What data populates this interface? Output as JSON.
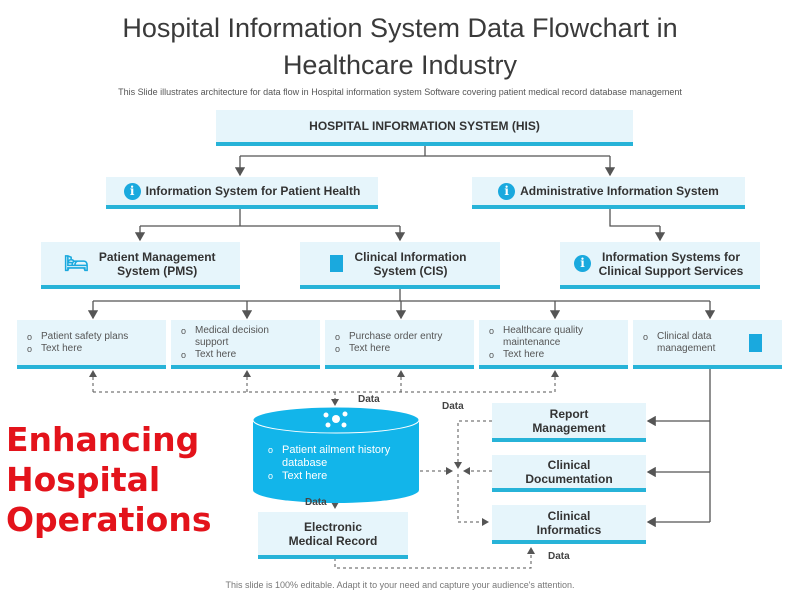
{
  "title": {
    "line1": "Hospital Information System Data Flowchart in",
    "line2": "Healthcare Industry"
  },
  "subtitle": "This Slide illustrates architecture for data flow in Hospital information system Software covering patient medical record  database management",
  "his": "HOSPITAL INFORMATION SYSTEM (HIS)",
  "level2": [
    "Information System for Patient Health",
    "Administrative Information System"
  ],
  "level3": [
    "Patient Management System (PMS)",
    "Clinical Information System (CIS)",
    "Information Systems for Clinical Support Services"
  ],
  "leaves": [
    {
      "items": [
        "Patient safety plans",
        "Text here"
      ]
    },
    {
      "items": [
        "Medical decision support",
        "Text here"
      ]
    },
    {
      "items": [
        "Purchase order entry",
        "Text here"
      ]
    },
    {
      "items": [
        "Healthcare quality maintenance",
        "Text here"
      ]
    },
    {
      "items": [
        "Clinical data management"
      ]
    }
  ],
  "database": {
    "items": [
      "Patient ailment history database",
      "Text here"
    ]
  },
  "emr": "Electronic Medical Record",
  "right": [
    "Report Management",
    "Clinical Documentation",
    "Clinical Informatics"
  ],
  "data_labels": [
    "Data",
    "Data",
    "Data",
    "Data"
  ],
  "overlay": "Enhancing Hospital Operations",
  "footer": "This slide is 100% editable.  Adapt it to your need and capture your audience's attention.",
  "colors": {
    "accent": "#27b3d8",
    "box": "#e6f5fb",
    "cylinder": "#12b5ea",
    "overlay": "#e3131b"
  }
}
